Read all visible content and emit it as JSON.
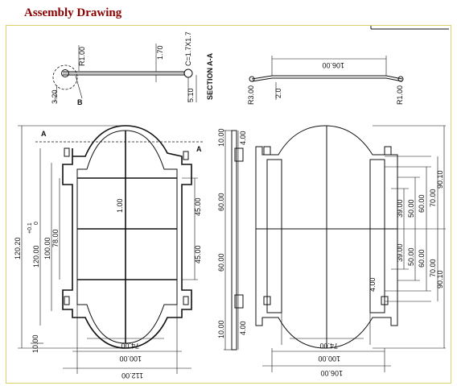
{
  "page": {
    "title": "Assembly Drawing"
  },
  "drawing": {
    "labels": {
      "section": "SECTION A-A",
      "detail": "B",
      "section_mark_a": "A"
    },
    "dimensions": {
      "r100": "R1.00",
      "d170": "1.70",
      "chamfer": "C=1.7X1.7",
      "d320": "3.20",
      "d510": "5.10",
      "d10600": "106.00",
      "r300": "R3.00",
      "d20": "2.0",
      "d100": "1.00",
      "d4500": "45.00",
      "d7800": "78.00",
      "d10000": "100.00",
      "tol": "120.00",
      "tol_sup": "+0.1",
      "tol_sub": "0",
      "d12020": "120.20",
      "d1000": "10.00",
      "d7400": "74.00",
      "d11200": "112.00",
      "d6000": "60.00",
      "d400": "4.00",
      "d3900": "39.00",
      "d5000": "50.00",
      "d7000": "70.00",
      "d9010": "90.10"
    }
  }
}
